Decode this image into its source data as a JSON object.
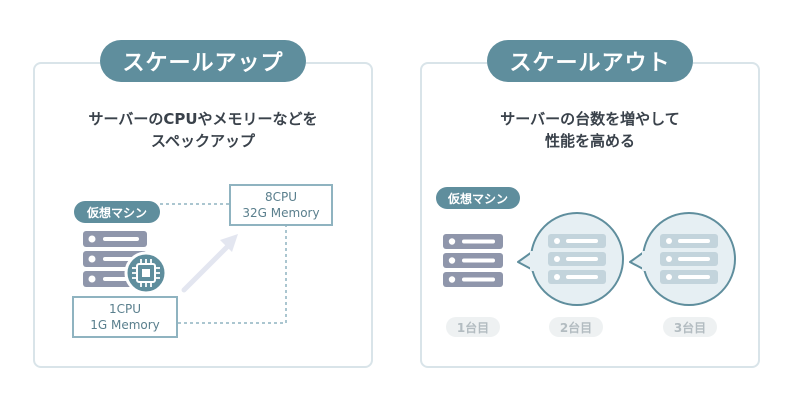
{
  "scale_up": {
    "title": "スケールアップ",
    "description_line1": "サーバーのCPUやメモリーなどを",
    "description_line2": "スペックアップ",
    "vm_label": "仮想マシン",
    "before_spec": {
      "cpu": "1CPU",
      "memory": "1G Memory"
    },
    "after_spec": {
      "cpu": "8CPU",
      "memory": "32G Memory"
    }
  },
  "scale_out": {
    "title": "スケールアウト",
    "description_line1": "サーバーの台数を増やして",
    "description_line2": "性能を高める",
    "vm_label": "仮想マシン",
    "counts": [
      "1台目",
      "2台目",
      "3台目"
    ]
  },
  "colors": {
    "accent": "#5f8e9d",
    "server_dark": "#8f96ab",
    "server_light": "#c3d4dc",
    "bubble_fill": "#e6eff3",
    "border": "#d9e4e9",
    "arrow": "#e3e6f0"
  },
  "icons": [
    "server-icon",
    "chip-icon",
    "arrow-icon",
    "speech-bubble-icon"
  ]
}
